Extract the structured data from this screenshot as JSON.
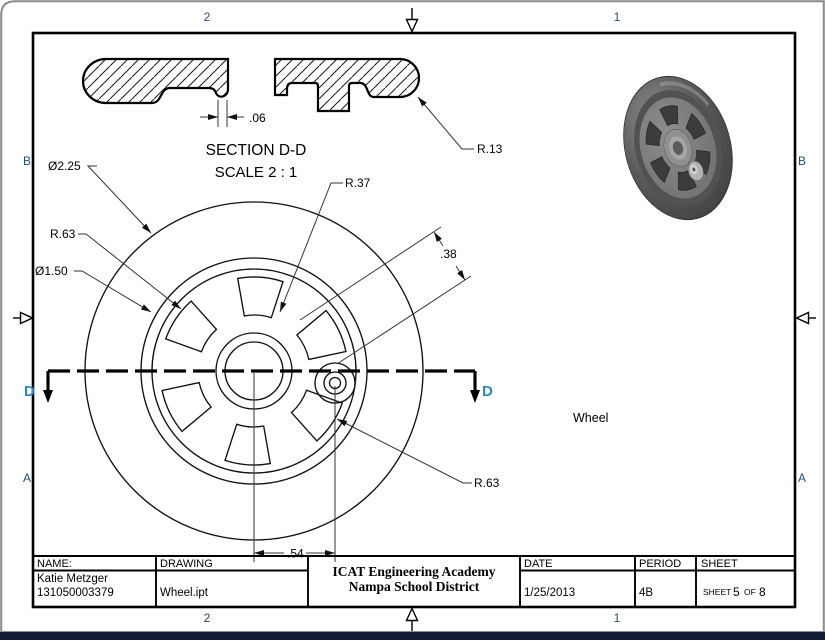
{
  "zones": {
    "col_left": "2",
    "col_right": "1",
    "row_top": "B",
    "row_bottom": "A"
  },
  "section_view": {
    "title": "SECTION D-D",
    "scale": "SCALE 2 : 1",
    "cutting_label": "D",
    "dims": {
      "lip_width": ".06",
      "edge_radius": "R.13"
    }
  },
  "front_view": {
    "dims": {
      "outer_diameter": "Ø2.25",
      "slot_outer_radius": "R.63",
      "rim_diameter": "Ø1.50",
      "slot_inner_radius": "R.37",
      "slot_span": ".38",
      "slot_outer_radius_2": "R.63",
      "boss_offset": ".54"
    }
  },
  "annotations": {
    "part_name": "Wheel"
  },
  "title_block": {
    "name_label": "NAME:",
    "name": "Katie Metzger",
    "student_id": "131050003379",
    "drawing_label": "DRAWING",
    "drawing_file": "Wheel.ipt",
    "org_line1": "ICAT Engineering Academy",
    "org_line2": "Nampa School District",
    "date_label": "DATE",
    "date": "1/25/2013",
    "period_label": "PERIOD",
    "period": "4B",
    "sheet_label": "SHEET",
    "sheet_word": "SHEET",
    "sheet_number": "5",
    "of_word": "OF",
    "sheet_total": "8"
  }
}
